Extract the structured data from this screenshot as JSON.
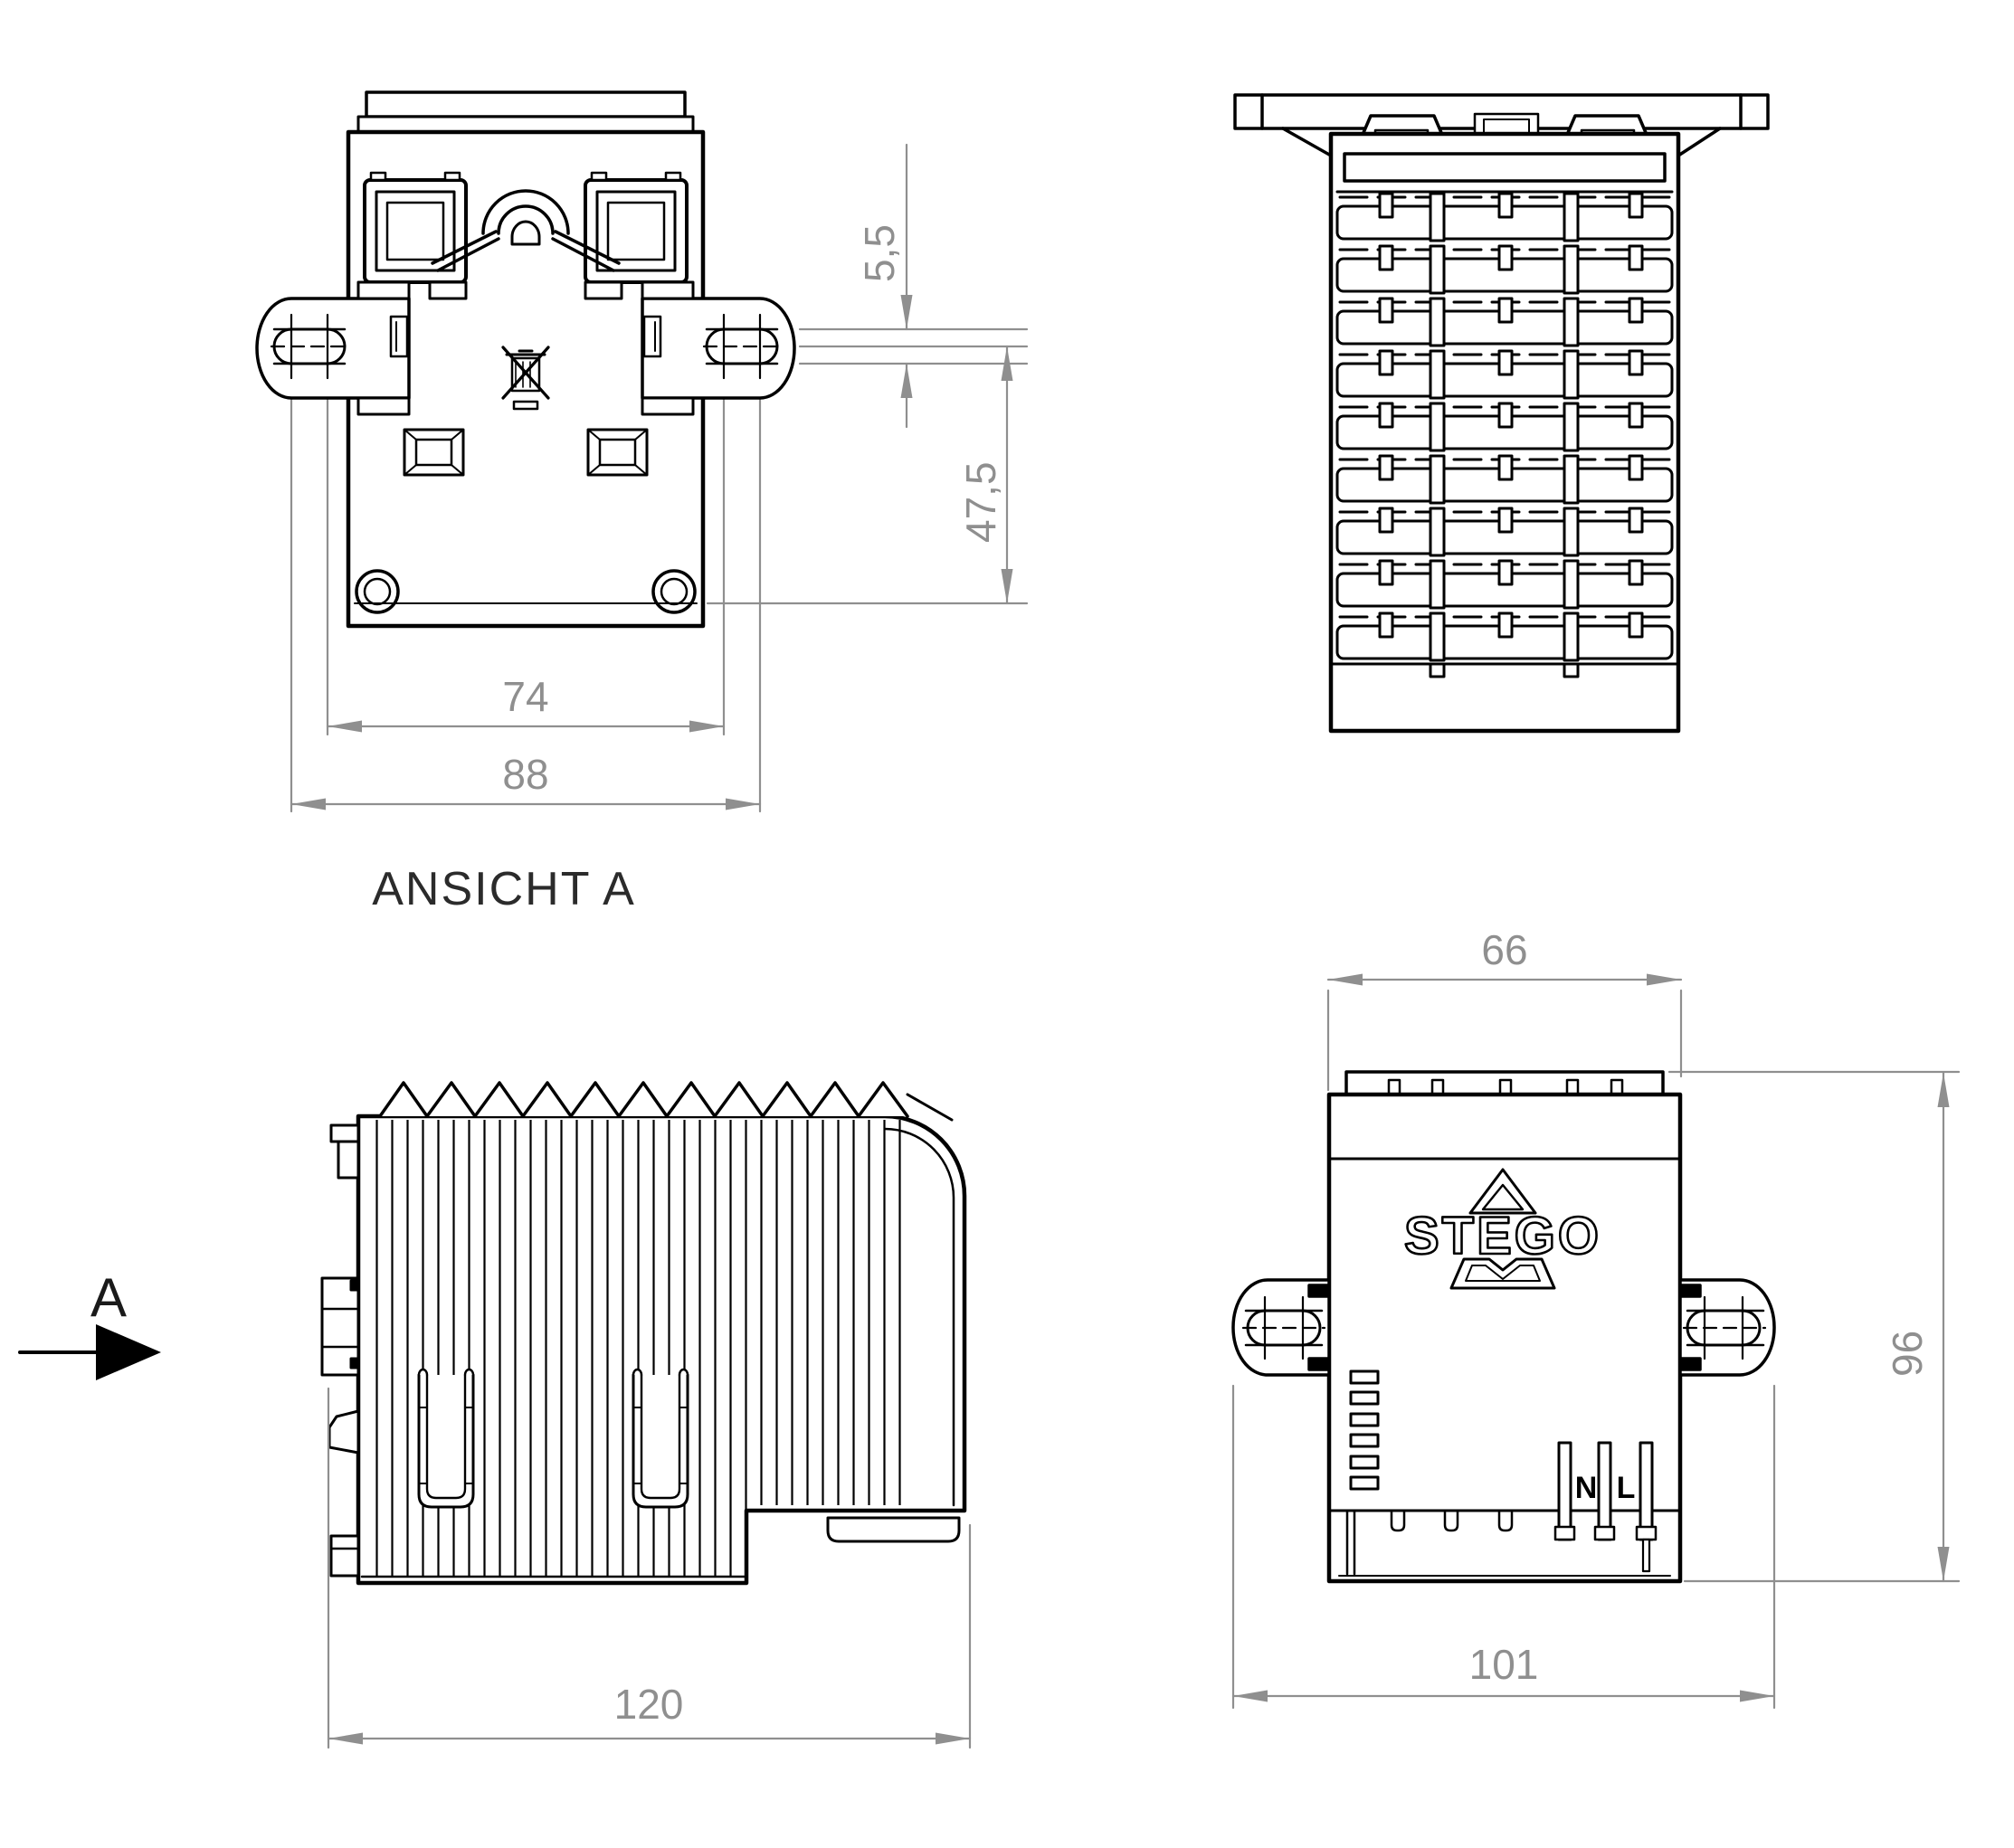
{
  "meta": {
    "background": "#ffffff",
    "line_color": "#000000",
    "dim_color": "#8f8f8f"
  },
  "view_ansicht": {
    "caption": "ANSICHT A",
    "dim_slot_width": "5,5",
    "dim_center_to_base": "47,5",
    "dim_hole_spacing": "74",
    "dim_outer_spacing": "88"
  },
  "view_fins": {},
  "view_side": {
    "view_arrow_label": "A",
    "dim_depth": "120"
  },
  "view_front": {
    "brand": "STEGO",
    "terminal_neutral": "N",
    "terminal_line": "L",
    "dim_top_width": "66",
    "dim_height": "96",
    "dim_bottom_width": "101"
  }
}
